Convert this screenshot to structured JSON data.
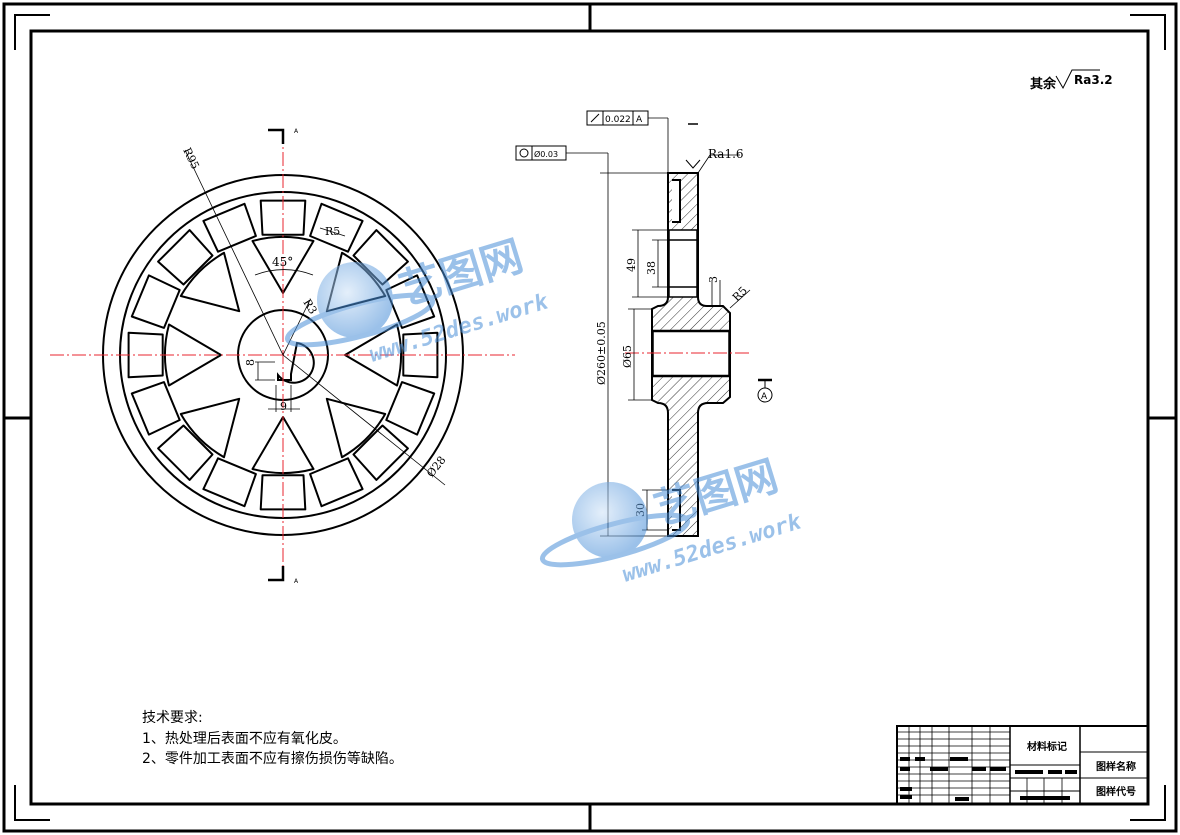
{
  "roughness_note": {
    "label": "其余",
    "value": "Ra3.2"
  },
  "dimensions": {
    "r95": "R95",
    "r5_front": "R5",
    "r3": "R3",
    "angle": "45°",
    "keyway_depth": "8",
    "keyway_width": "9",
    "hole_dia": "Ø28",
    "outer_dia": "Ø260±0.05",
    "hub_dia": "Ø65",
    "d49": "49",
    "d38": "38",
    "d3": "3",
    "r5_side": "R5",
    "d30": "30",
    "ra_side": "Ra1.6"
  },
  "tolerances": {
    "runout_value": "0.022",
    "runout_datum": "A",
    "circularity_value": "Ø0.03",
    "datum": "A"
  },
  "section_mark": "A",
  "tech_requirements": {
    "title": "技术要求:",
    "items": [
      "1、热处理后表面不应有氧化皮。",
      "2、零件加工表面不应有擦伤损伤等缺陷。"
    ]
  },
  "title_block": {
    "material_label": "材料标记",
    "drawing_name_label": "图样名称",
    "drawing_code_label": "图样代号"
  },
  "watermark": {
    "brand": "艺图网",
    "url": "www.52des.work"
  },
  "colors": {
    "line": "#000000",
    "center": "#e8262f",
    "watermark": "#4a8fd8"
  }
}
